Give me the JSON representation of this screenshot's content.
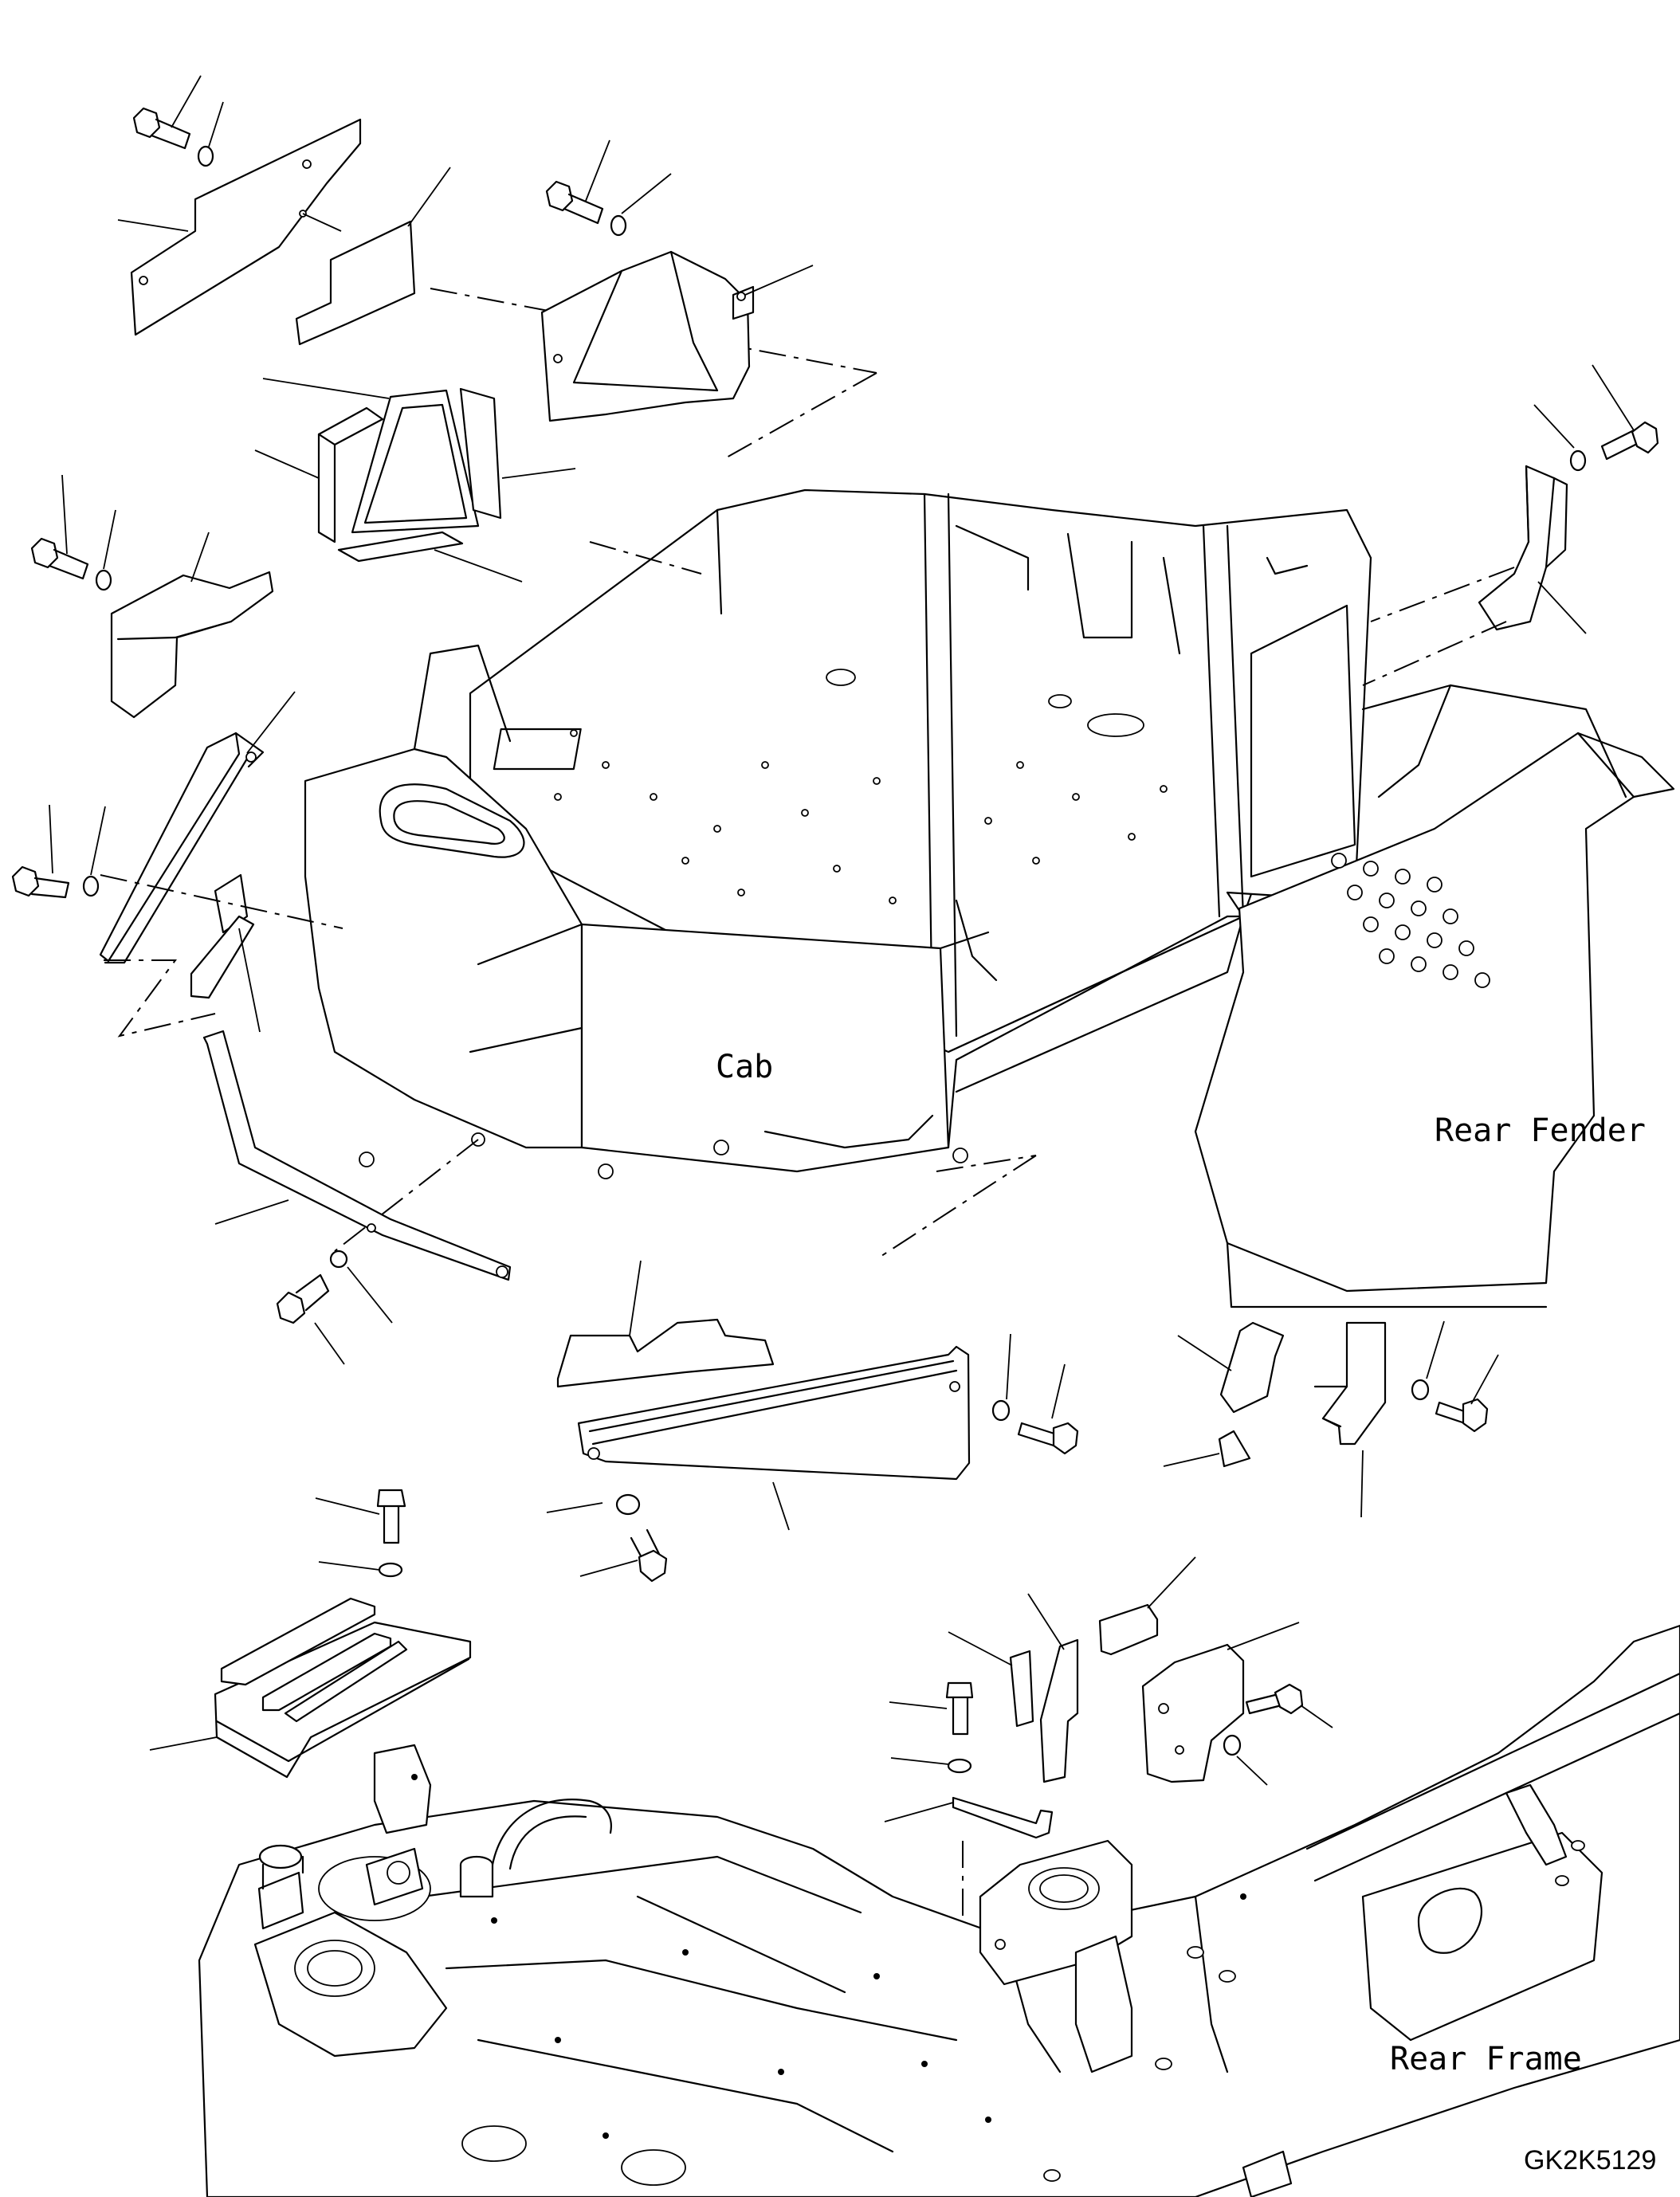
{
  "labels": {
    "cab": "Cab",
    "rear_fender": "Rear Fender",
    "rear_frame": "Rear Frame",
    "drawing_number": "GK2K5129"
  }
}
